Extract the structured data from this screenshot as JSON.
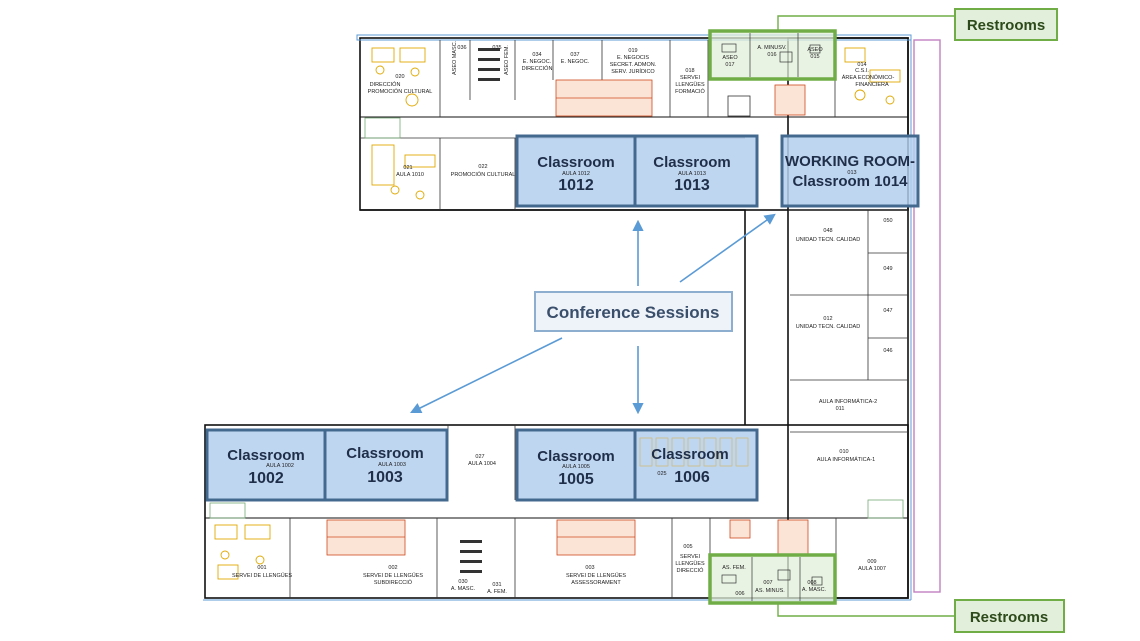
{
  "callout": {
    "label": "Conference Sessions",
    "color": "#5b9bd5"
  },
  "restrooms": {
    "top_label": "Restrooms",
    "bottom_label": "Restrooms",
    "color": "#70ad47",
    "fill": "#e2efda"
  },
  "classrooms": [
    {
      "id": "1012",
      "line1": "Classroom",
      "line2": "1012",
      "sub": "AULA 1012"
    },
    {
      "id": "1013",
      "line1": "Classroom",
      "line2": "1013",
      "sub": "AULA 1013"
    },
    {
      "id": "1014",
      "line1": "WORKING ROOM-",
      "line2": "Classroom 1014",
      "sub": "013"
    },
    {
      "id": "1002",
      "line1": "Classroom",
      "line2": "1002",
      "sub": "AULA 1002"
    },
    {
      "id": "1003",
      "line1": "Classroom",
      "line2": "1003",
      "sub": "AULA 1003"
    },
    {
      "id": "1005",
      "line1": "Classroom",
      "line2": "1005",
      "sub": "AULA 1005"
    },
    {
      "id": "1006",
      "line1": "Classroom",
      "line2": "1006",
      "sub": "025"
    }
  ],
  "floor_labels": {
    "l020": "020",
    "l020a": "DIRECCIÓN",
    "l020b": "PROMOCIÓN CULTURAL",
    "l036": "036",
    "l035": "035",
    "aseo_masc": "ASEO MASC.",
    "aseo_fem": "ASEO FEM.",
    "l034": "034",
    "l034a": "E. NEGOC.",
    "l034b": "DIRECCIÓN",
    "l037": "037",
    "l037a": "E. NEGOC.",
    "l019": "019",
    "l019a": "E. NEGOCIS",
    "l019b": "SECRET. ADMON.",
    "l019c": "SERV. JURÍDICO",
    "l018": "018",
    "l018a": "SERVEI",
    "l018b": "LLENGÜES",
    "l018c": "FORMACIÓ",
    "aseo017": "ASEO",
    "l017": "017",
    "aminus": "A. MINUSV.",
    "l016": "016",
    "aseo015": "ASEO",
    "l015": "015",
    "l014": "014",
    "l014a": "C.S.I.",
    "l014b": "ÁREA ECONÓMICO-",
    "l014c": "FINANCIERA",
    "l021": "021",
    "aula1010": "AULA 1010",
    "l022": "022",
    "l022a": "PROMOCIÓN CULTURAL",
    "l048": "048",
    "utc": "UNIDAD TECN. CALIDAD",
    "l050": "050",
    "l049": "049",
    "l047": "047",
    "l046": "046",
    "l012": "012",
    "utc2": "UNIDAD TECN. CALIDAD",
    "inf2": "AULA INFORMÁTICA-2",
    "l011": "011",
    "l010": "010",
    "inf1": "AULA INFORMÁTICA-1",
    "l027": "027",
    "aula1004": "AULA 1004",
    "l001": "001",
    "serv001": "SERVEI DE LLENGÜES",
    "l002": "002",
    "serv002a": "SERVEI DE LLENGÜES",
    "serv002b": "SUBDIRECCIÓ",
    "l030": "030",
    "amasc": "A. MASC.",
    "l031": "031",
    "afem": "A. FEM.",
    "l003": "003",
    "serv003a": "SERVEI DE LLENGÜES",
    "serv003b": "ASSESSORAMENT",
    "l005": "005",
    "l005a": "SERVEI",
    "l005b": "LLENGÜES",
    "l005c": "DIRECCIÓ",
    "asfem": "AS. FEM.",
    "l006": "006",
    "l007": "007",
    "asminus": "AS. MINUS.",
    "l008": "008",
    "amasc2": "A. MASC.",
    "l009": "009",
    "aula1007": "AULA 1007"
  }
}
